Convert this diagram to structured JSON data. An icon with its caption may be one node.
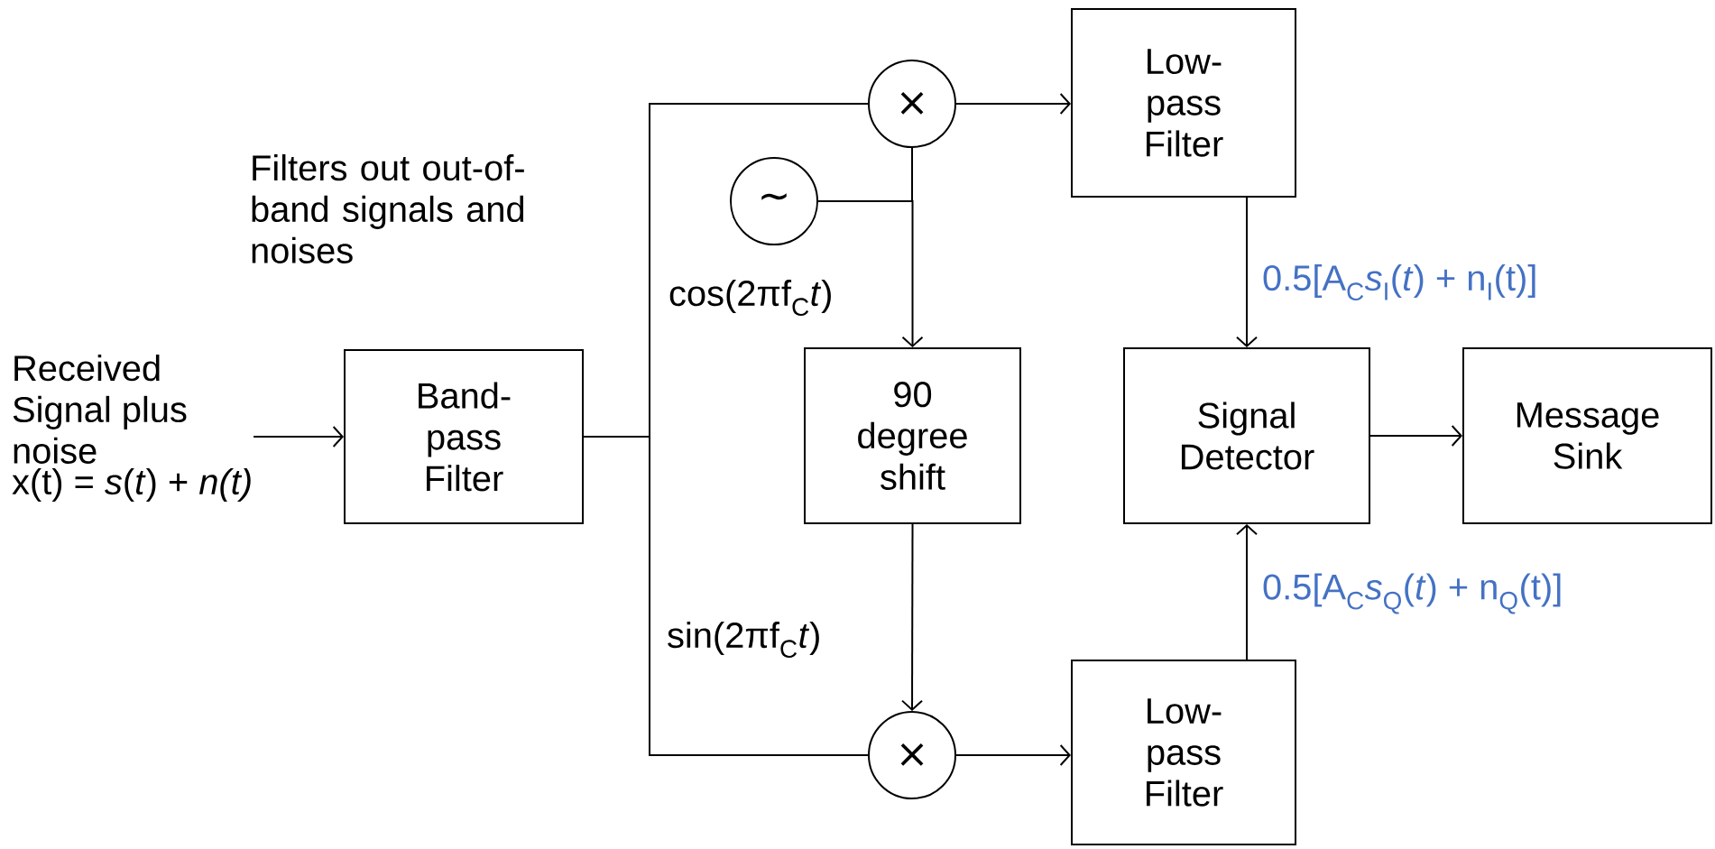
{
  "diagram": {
    "nodes": [
      {
        "text": [
          "Received Signal plus noise",
          "x(t) = *s*(*t*) + *n(t)*"
        ]
      },
      {
        "text": [
          "Band-pass Filter"
        ]
      },
      {
        "text": [
          "×"
        ]
      },
      {
        "text": [
          "~"
        ]
      },
      {
        "text": [
          "90 degree shift"
        ]
      },
      {
        "text": [
          "×"
        ]
      },
      {
        "text": [
          "Low-pass Filter"
        ]
      },
      {
        "text": [
          "Low-pass Filter"
        ]
      },
      {
        "text": [
          "Signal Detector"
        ]
      },
      {
        "text": [
          "Message Sink"
        ]
      }
    ],
    "edges": [
      {
        "from": 0,
        "to": 1,
        "arrow": "to"
      },
      {
        "from": 1,
        "to": 2,
        "arrow": "none"
      },
      {
        "from": 1,
        "to": 5,
        "arrow": "none"
      },
      {
        "from": 3,
        "to": 2,
        "arrow": "none"
      },
      {
        "from": 3,
        "to": 4,
        "arrow": "to"
      },
      {
        "from": 4,
        "to": 5,
        "arrow": "to"
      },
      {
        "from": 2,
        "to": 6,
        "arrow": "to"
      },
      {
        "from": 5,
        "to": 7,
        "arrow": "to"
      },
      {
        "from": 6,
        "to": 8,
        "arrow": "to",
        "label": "0.5[A$_{C}$*s*$_{I}$(*t*) + n$_{I}$(t)]"
      },
      {
        "from": 7,
        "to": 8,
        "arrow": "to",
        "label": "0.5[A$_{C}$*s*$_{Q}$(*t*) + n$_{Q}$(t)]"
      },
      {
        "from": 8,
        "to": 9,
        "arrow": "to"
      }
    ],
    "labels": [
      "Filters out out-of-band signals and noises",
      "cos(2πf$_{C}$*t*)",
      "sin(2πf$_{C}$*t*)"
    ]
  }
}
